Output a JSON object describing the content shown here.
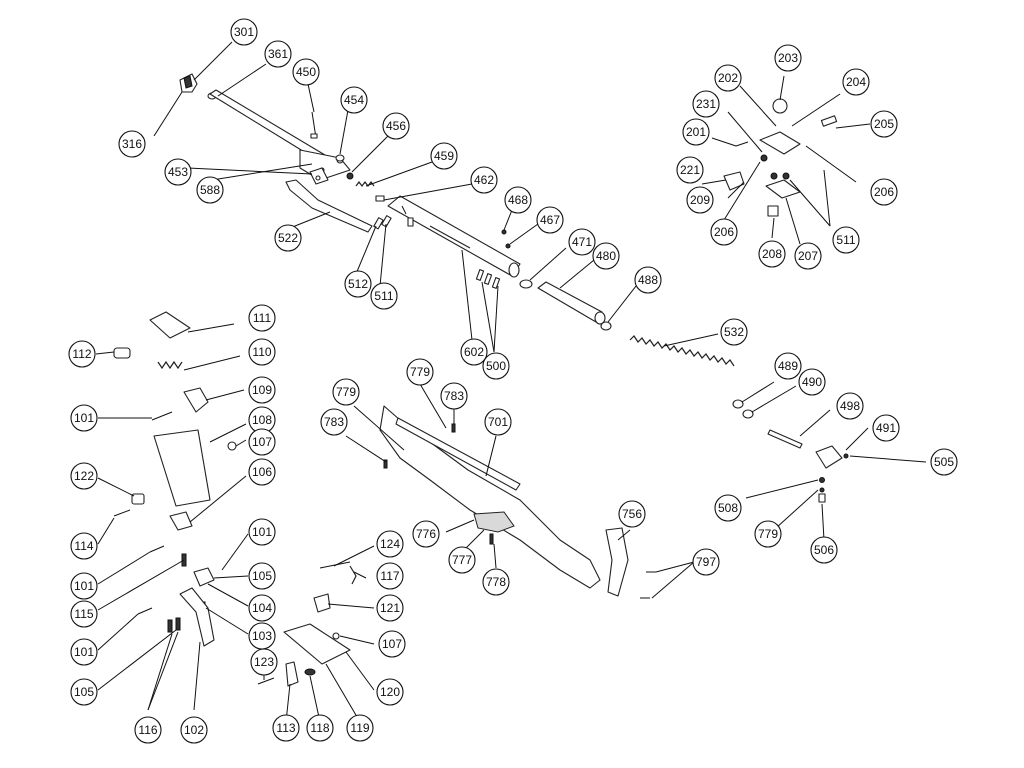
{
  "diagram": {
    "callouts": [
      {
        "id": "c301",
        "label": "301"
      },
      {
        "id": "c361",
        "label": "361"
      },
      {
        "id": "c450",
        "label": "450"
      },
      {
        "id": "c454",
        "label": "454"
      },
      {
        "id": "c456",
        "label": "456"
      },
      {
        "id": "c316",
        "label": "316"
      },
      {
        "id": "c453",
        "label": "453"
      },
      {
        "id": "c588",
        "label": "588"
      },
      {
        "id": "c459",
        "label": "459"
      },
      {
        "id": "c462",
        "label": "462"
      },
      {
        "id": "c522",
        "label": "522"
      },
      {
        "id": "c468",
        "label": "468"
      },
      {
        "id": "c467",
        "label": "467"
      },
      {
        "id": "c471",
        "label": "471"
      },
      {
        "id": "c480",
        "label": "480"
      },
      {
        "id": "c488",
        "label": "488"
      },
      {
        "id": "c512",
        "label": "512"
      },
      {
        "id": "c511a",
        "label": "511"
      },
      {
        "id": "c602",
        "label": "602"
      },
      {
        "id": "c500",
        "label": "500"
      },
      {
        "id": "c203",
        "label": "203"
      },
      {
        "id": "c202",
        "label": "202"
      },
      {
        "id": "c204",
        "label": "204"
      },
      {
        "id": "c231",
        "label": "231"
      },
      {
        "id": "c205",
        "label": "205"
      },
      {
        "id": "c201",
        "label": "201"
      },
      {
        "id": "c221",
        "label": "221"
      },
      {
        "id": "c206a",
        "label": "206"
      },
      {
        "id": "c209",
        "label": "209"
      },
      {
        "id": "c206b",
        "label": "206"
      },
      {
        "id": "c208",
        "label": "208"
      },
      {
        "id": "c207",
        "label": "207"
      },
      {
        "id": "c511b",
        "label": "511"
      },
      {
        "id": "c111",
        "label": "111"
      },
      {
        "id": "c112",
        "label": "112"
      },
      {
        "id": "c110",
        "label": "110"
      },
      {
        "id": "c109",
        "label": "109"
      },
      {
        "id": "c101a",
        "label": "101"
      },
      {
        "id": "c108",
        "label": "108"
      },
      {
        "id": "c107a",
        "label": "107"
      },
      {
        "id": "c122",
        "label": "122"
      },
      {
        "id": "c106",
        "label": "106"
      },
      {
        "id": "c114",
        "label": "114"
      },
      {
        "id": "c101b",
        "label": "101"
      },
      {
        "id": "c101c",
        "label": "101"
      },
      {
        "id": "c115",
        "label": "115"
      },
      {
        "id": "c105a",
        "label": "105"
      },
      {
        "id": "c104",
        "label": "104"
      },
      {
        "id": "c101d",
        "label": "101"
      },
      {
        "id": "c103",
        "label": "103"
      },
      {
        "id": "c105b",
        "label": "105"
      },
      {
        "id": "c116",
        "label": "116"
      },
      {
        "id": "c102",
        "label": "102"
      },
      {
        "id": "c532",
        "label": "532"
      },
      {
        "id": "c779a",
        "label": "779"
      },
      {
        "id": "c779b",
        "label": "779"
      },
      {
        "id": "c783a",
        "label": "783"
      },
      {
        "id": "c783b",
        "label": "783"
      },
      {
        "id": "c701",
        "label": "701"
      },
      {
        "id": "c489",
        "label": "489"
      },
      {
        "id": "c490",
        "label": "490"
      },
      {
        "id": "c498",
        "label": "498"
      },
      {
        "id": "c491",
        "label": "491"
      },
      {
        "id": "c505",
        "label": "505"
      },
      {
        "id": "c508",
        "label": "508"
      },
      {
        "id": "c779c",
        "label": "779"
      },
      {
        "id": "c506",
        "label": "506"
      },
      {
        "id": "c756",
        "label": "756"
      },
      {
        "id": "c776",
        "label": "776"
      },
      {
        "id": "c777",
        "label": "777"
      },
      {
        "id": "c778",
        "label": "778"
      },
      {
        "id": "c797",
        "label": "797"
      },
      {
        "id": "c124",
        "label": "124"
      },
      {
        "id": "c117",
        "label": "117"
      },
      {
        "id": "c121",
        "label": "121"
      },
      {
        "id": "c107b",
        "label": "107"
      },
      {
        "id": "c123",
        "label": "123"
      },
      {
        "id": "c120",
        "label": "120"
      },
      {
        "id": "c113",
        "label": "113"
      },
      {
        "id": "c118",
        "label": "118"
      },
      {
        "id": "c119",
        "label": "119"
      }
    ]
  }
}
